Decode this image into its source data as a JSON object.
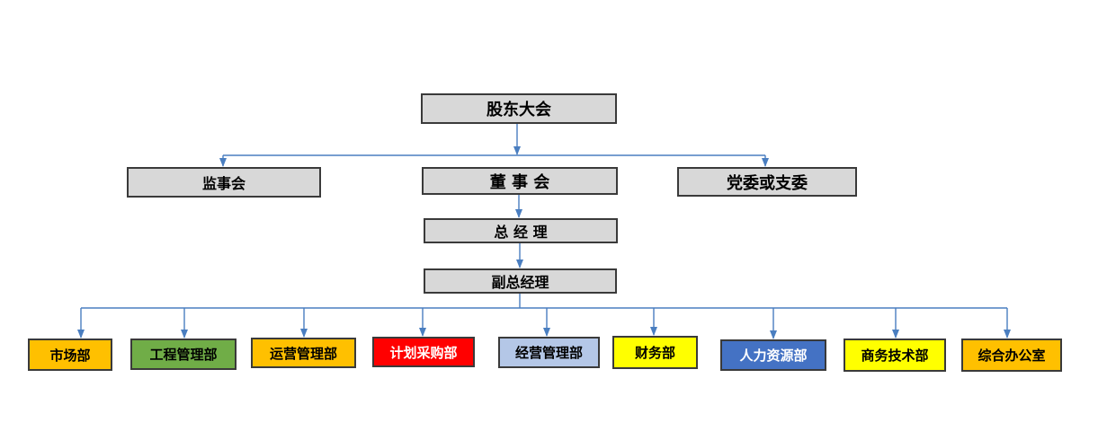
{
  "org_chart": {
    "shareholders": "股东大会",
    "supervisors": "监事会",
    "board": "董 事 会",
    "party": "党委或支委",
    "gm": "总 经 理",
    "deputy_gm": "副总经理"
  },
  "departments": [
    {
      "label": "市场部",
      "fill": "#ffc000",
      "color": "#000000"
    },
    {
      "label": "工程管理部",
      "fill": "#70ad47",
      "color": "#000000"
    },
    {
      "label": "运营管理部",
      "fill": "#ffc000",
      "color": "#000000"
    },
    {
      "label": "计划采购部",
      "fill": "#ff0000",
      "color": "#ffffff"
    },
    {
      "label": "经营管理部",
      "fill": "#b4c7e7",
      "color": "#000000"
    },
    {
      "label": "财务部",
      "fill": "#ffff00",
      "color": "#000000"
    },
    {
      "label": "人力资源部",
      "fill": "#4472c4",
      "color": "#ffffff"
    },
    {
      "label": "商务技术部",
      "fill": "#ffff00",
      "color": "#000000"
    },
    {
      "label": "综合办公室",
      "fill": "#ffc000",
      "color": "#000000"
    }
  ],
  "colors": {
    "connector": "#4a7ec0",
    "box_border": "#3a3a3a",
    "top_box_fill": "#d8d8d8"
  }
}
